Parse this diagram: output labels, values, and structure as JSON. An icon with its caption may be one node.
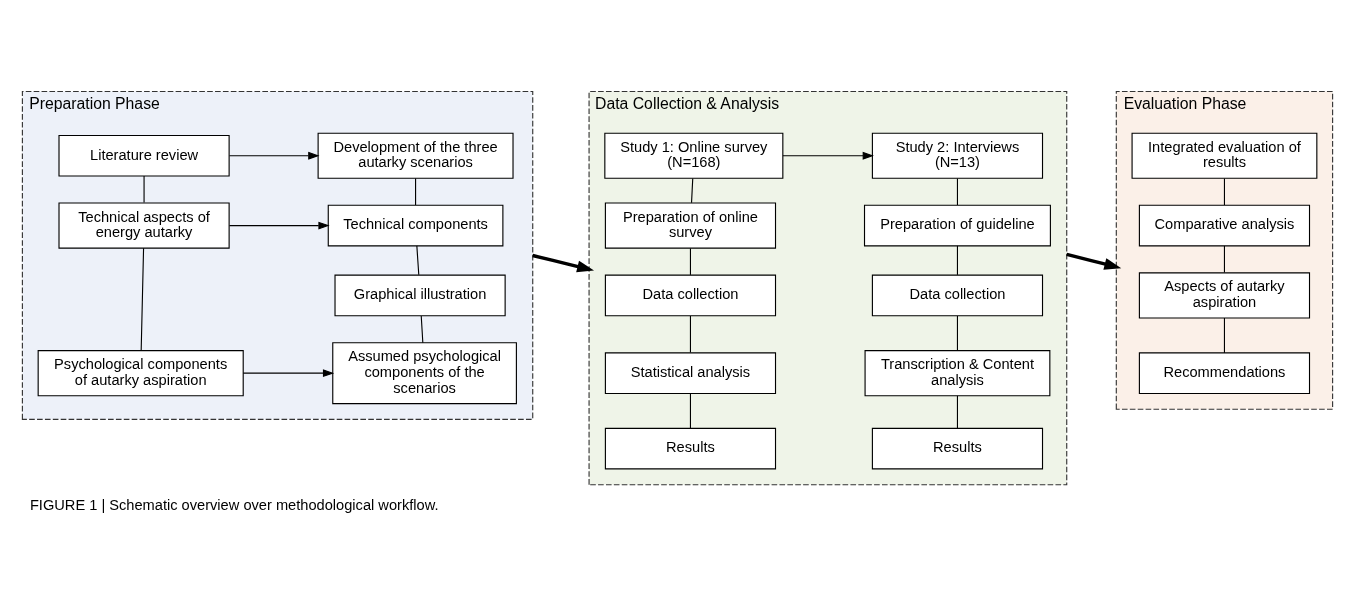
{
  "diagram": {
    "caption": "FIGURE 1 | Schematic overview over methodological workflow.",
    "nodes": [
      {
        "text": [
          "Preparation Phase"
        ]
      },
      {
        "text": [
          "Literature review"
        ],
        "in": 0
      },
      {
        "text": [
          "Development of the three autarky scenarios"
        ],
        "in": 0
      },
      {
        "text": [
          "Technical aspects of energy autarky"
        ],
        "in": 0
      },
      {
        "text": [
          "Technical components"
        ],
        "in": 0
      },
      {
        "text": [
          "Graphical illustration"
        ],
        "in": 0
      },
      {
        "text": [
          "Psychological components of autarky aspiration"
        ],
        "in": 0
      },
      {
        "text": [
          "Assumed psychological components of the scenarios"
        ],
        "in": 0
      },
      {
        "text": [
          "Data Collection & Analysis"
        ]
      },
      {
        "text": [
          "Study 1: Online survey (N=168)"
        ],
        "in": 8
      },
      {
        "text": [
          "Study 2: Interviews (N=13)"
        ],
        "in": 8
      },
      {
        "text": [
          "Preparation of online survey"
        ],
        "in": 8
      },
      {
        "text": [
          "Data collection"
        ],
        "in": 8
      },
      {
        "text": [
          "Statistical analysis"
        ],
        "in": 8
      },
      {
        "text": [
          "Results"
        ],
        "in": 8
      },
      {
        "text": [
          "Preparation of guideline"
        ],
        "in": 8
      },
      {
        "text": [
          "Data collection"
        ],
        "in": 8
      },
      {
        "text": [
          "Transcription & Content analysis"
        ],
        "in": 8
      },
      {
        "text": [
          "Results"
        ],
        "in": 8
      },
      {
        "text": [
          "Evaluation Phase"
        ]
      },
      {
        "text": [
          "Integrated evaluation of results"
        ],
        "in": 19
      },
      {
        "text": [
          "Comparative analysis"
        ],
        "in": 19
      },
      {
        "text": [
          "Aspects of autarky aspiration"
        ],
        "in": 19
      },
      {
        "text": [
          "Recommendations"
        ],
        "in": 19
      }
    ],
    "edges": [
      {
        "from": 1,
        "to": 2,
        "arrow": "to"
      },
      {
        "from": 1,
        "to": 3,
        "arrow": "none"
      },
      {
        "from": 2,
        "to": 4,
        "arrow": "none"
      },
      {
        "from": 3,
        "to": 4,
        "arrow": "to"
      },
      {
        "from": 3,
        "to": 6,
        "arrow": "none"
      },
      {
        "from": 4,
        "to": 5,
        "arrow": "none"
      },
      {
        "from": 5,
        "to": 7,
        "arrow": "none"
      },
      {
        "from": 6,
        "to": 7,
        "arrow": "to"
      },
      {
        "from": 0,
        "to": 8,
        "arrow": "to",
        "style": "thick"
      },
      {
        "from": 9,
        "to": 10,
        "arrow": "to"
      },
      {
        "from": 9,
        "to": 11,
        "arrow": "none"
      },
      {
        "from": 11,
        "to": 12,
        "arrow": "none"
      },
      {
        "from": 12,
        "to": 13,
        "arrow": "none"
      },
      {
        "from": 13,
        "to": 14,
        "arrow": "none"
      },
      {
        "from": 10,
        "to": 15,
        "arrow": "none"
      },
      {
        "from": 15,
        "to": 16,
        "arrow": "none"
      },
      {
        "from": 16,
        "to": 17,
        "arrow": "none"
      },
      {
        "from": 17,
        "to": 18,
        "arrow": "none"
      },
      {
        "from": 8,
        "to": 19,
        "arrow": "to",
        "style": "thick"
      },
      {
        "from": 20,
        "to": 21,
        "arrow": "none"
      },
      {
        "from": 21,
        "to": 22,
        "arrow": "none"
      },
      {
        "from": 22,
        "to": 23,
        "arrow": "none"
      }
    ]
  }
}
